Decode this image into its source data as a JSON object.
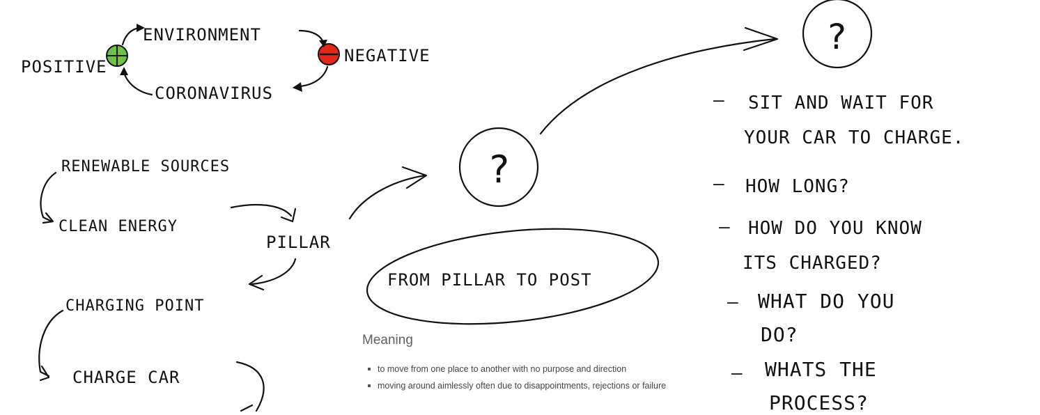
{
  "sketch": {
    "cycle": {
      "positive": "POSITIVE",
      "environment": "ENVIRONMENT",
      "negative": "NEGATIVE",
      "coronavirus": "CORONAVIRUS",
      "positive_color": "#6cc24a",
      "negative_color": "#e0281c"
    },
    "flow": {
      "renewable": "RENEWABLE SOURCES",
      "clean_energy": "CLEAN ENERGY",
      "pillar": "PILLAR",
      "charging_point": "CHARGING POINT",
      "charge_car": "CHARGE CAR"
    },
    "question_mark": "?",
    "oval_label": "FROM PILLAR TO POST",
    "questions": [
      {
        "lines": [
          "SIT AND WAIT FOR",
          "YOUR CAR TO CHARGE."
        ]
      },
      {
        "lines": [
          "HOW LONG?"
        ]
      },
      {
        "lines": [
          "HOW DO YOU KNOW",
          "ITS CHARGED?"
        ]
      },
      {
        "lines": [
          "WHAT DO YOU",
          "DO?"
        ]
      },
      {
        "lines": [
          "WHATS THE",
          "PROCESS?"
        ]
      }
    ],
    "bullet_dash": "–"
  },
  "meaning": {
    "heading": "Meaning",
    "items": [
      "to move from one place to another with no purpose and direction",
      "moving around aimlessly often due to disappointments, rejections or failure"
    ]
  }
}
